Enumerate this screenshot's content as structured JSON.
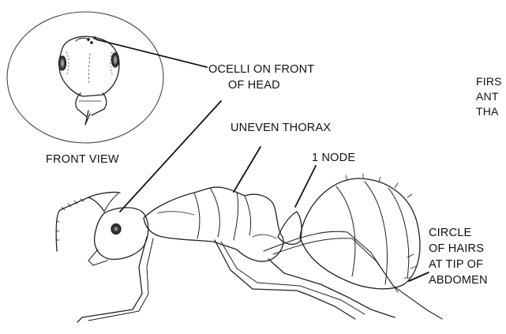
{
  "labels": {
    "ocelli": [
      "OCELLI ON FRONT",
      "OF HEAD"
    ],
    "front_view": "FRONT VIEW",
    "uneven_thorax": "UNEVEN THORAX",
    "one_node": "1 NODE",
    "circle_hairs": [
      "CIRCLE",
      "OF HAIRS",
      "AT TIP OF",
      "ABDOMEN"
    ],
    "side_note": [
      "FIRS",
      "ANT",
      "THA"
    ]
  },
  "colors": {
    "ink": "#222222",
    "background": "#ffffff"
  }
}
